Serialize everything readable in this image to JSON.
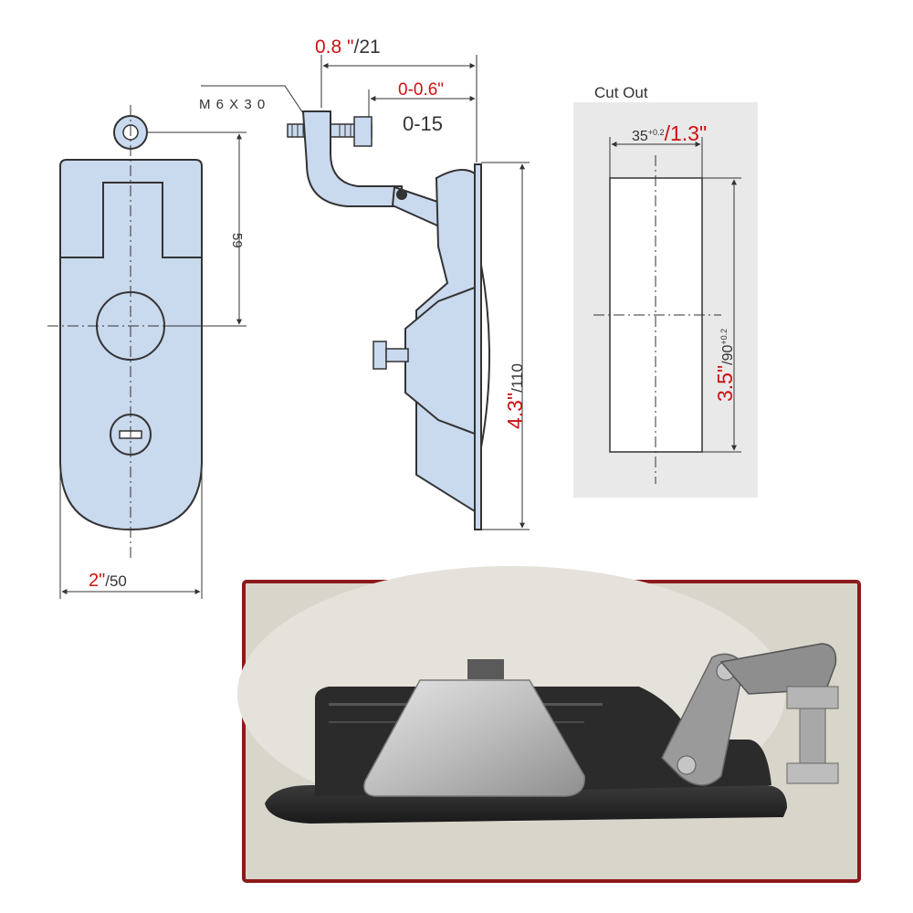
{
  "front_view": {
    "width_imperial": "2\"",
    "width_metric": "/50",
    "height_label": "59"
  },
  "side_view": {
    "top_dim_imperial": "0.8  \"",
    "top_dim_metric": "/21",
    "bolt_label": "M 6 X 3 0",
    "adjust_imperial": "0-0.6\"",
    "adjust_metric": "0-15",
    "height_imperial": "4.3\"",
    "height_metric": "/110"
  },
  "cut_out": {
    "title": "Cut Out",
    "width_metric": "35",
    "width_tolerance": "+0.2",
    "width_imperial": "/1.3\"",
    "height_imperial": "3.5\"",
    "height_metric": "/90",
    "height_tolerance": "+0.2"
  },
  "colors": {
    "part_fill": "#c9d9ee",
    "line": "#333333",
    "dim_red": "#cc1111",
    "frame_red": "#8b1a1a",
    "cutout_panel": "#e9e9ea"
  }
}
